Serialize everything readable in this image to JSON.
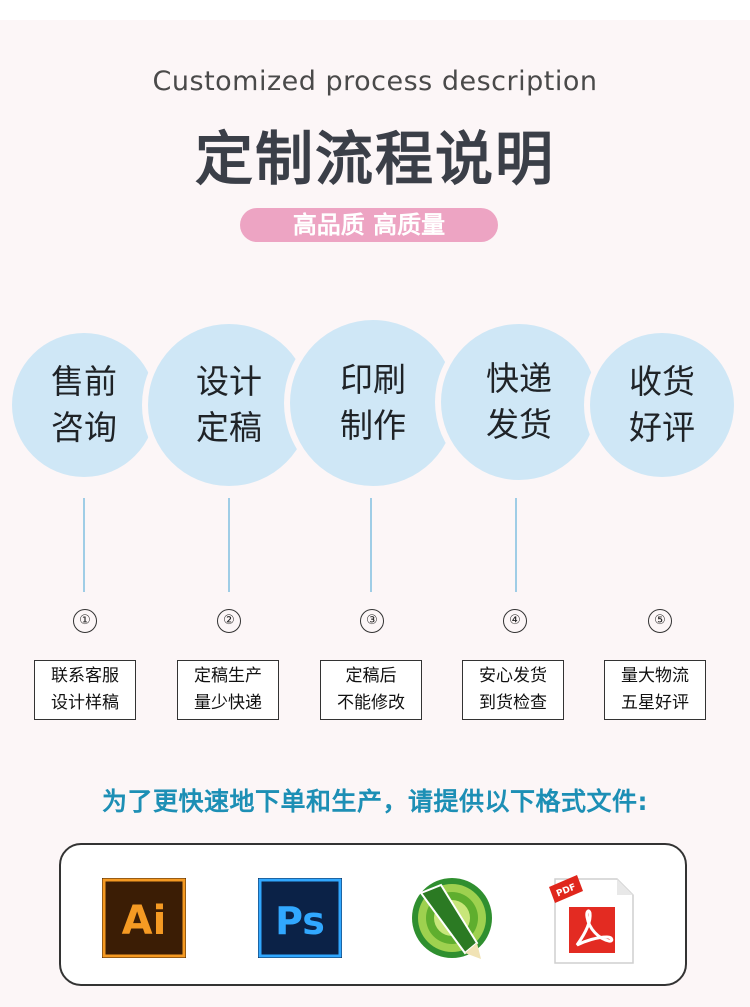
{
  "header": {
    "subtitle": "Customized process description",
    "title": "定制流程说明",
    "badge": "高品质 高质量"
  },
  "steps": [
    {
      "circle_line1": "售前",
      "circle_line2": "咨询",
      "number": "①",
      "desc_line1": "联系客服",
      "desc_line2": "设计样稿"
    },
    {
      "circle_line1": "设计",
      "circle_line2": "定稿",
      "number": "②",
      "desc_line1": "定稿生产",
      "desc_line2": "量少快递"
    },
    {
      "circle_line1": "印刷",
      "circle_line2": "制作",
      "number": "③",
      "desc_line1": "定稿后",
      "desc_line2": "不能修改"
    },
    {
      "circle_line1": "快递",
      "circle_line2": "发货",
      "number": "④",
      "desc_line1": "安心发货",
      "desc_line2": "到货检查"
    },
    {
      "circle_line1": "收货",
      "circle_line2": "好评",
      "number": "⑤",
      "desc_line1": "量大物流",
      "desc_line2": "五星好评"
    }
  ],
  "formats_note": "为了更快速地下单和生产，请提供以下格式文件:",
  "formats": [
    {
      "icon": "adobe-illustrator-icon",
      "label": "Ai"
    },
    {
      "icon": "adobe-photoshop-icon",
      "label": "Ps"
    },
    {
      "icon": "coreldraw-icon",
      "label": ""
    },
    {
      "icon": "pdf-icon",
      "label": "PDF"
    }
  ],
  "colors": {
    "circle": "#cfe7f6",
    "badge": "#eda4c3",
    "note": "#1d8fb5",
    "title": "#3b3f48"
  }
}
